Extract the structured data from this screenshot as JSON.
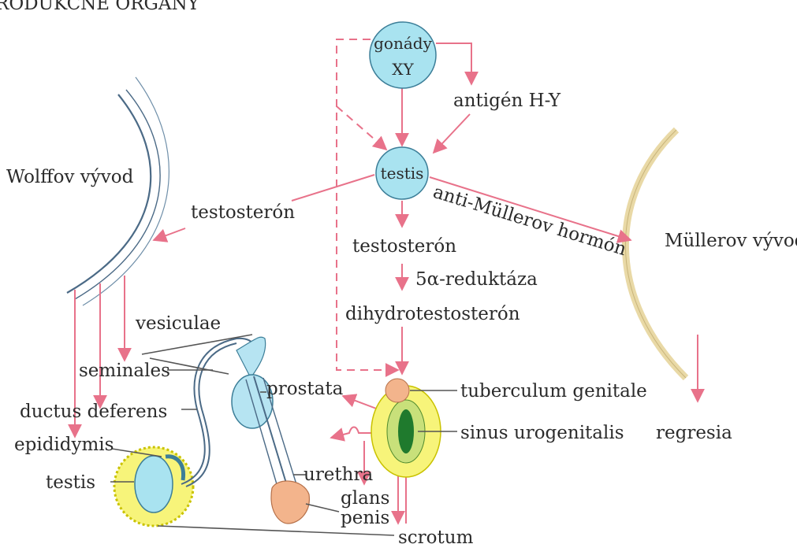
{
  "title": "RODUKČNÉ ORGÁNY",
  "colors": {
    "arrow": "#e8728a",
    "gonad_fill": "#a9e3f0",
    "gonad_stroke": "#3c7e98",
    "scrotum_fill": "#f7f47a",
    "prostate_fill": "#b6e4f2",
    "glans_fill": "#f3b48c",
    "mullerian": "#e9d9a6"
  },
  "nodes": {
    "gonads": {
      "line1": "gonády",
      "line2": "XY"
    },
    "testis_top": "testis"
  },
  "labels": {
    "antigen": "antigén H-Y",
    "wolffian_duct": "Wolffov vývod",
    "testosterone_left": "testosterón",
    "testosterone_center": "testosterón",
    "amh": "anti-Müllerov hormón",
    "mullerian_duct": "Müllerov vývod",
    "reductase": "5α-reduktáza",
    "dht": "dihydrotestosterón",
    "vesiculae": "vesiculae",
    "seminales": "seminales",
    "prostata": "prostata",
    "tuberculum": "tuberculum genitale",
    "ductus": "ductus deferens",
    "sinus": "sinus urogenitalis",
    "regresia": "regresia",
    "epididymis": "epididymis",
    "testis_bottom": "testis",
    "urethra": "urethra",
    "glans": "glans",
    "penis": "penis",
    "scrotum": "scrotum"
  }
}
